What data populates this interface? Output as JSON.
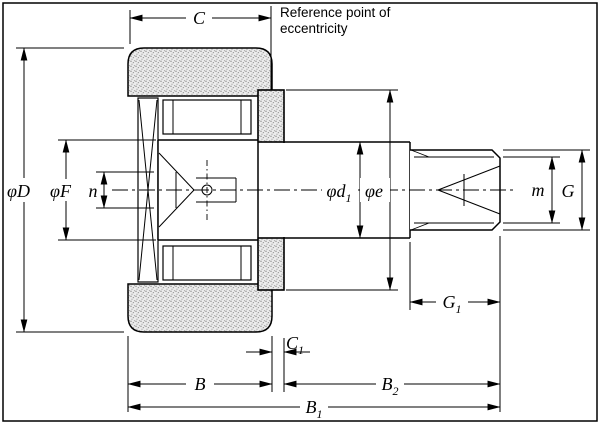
{
  "note": {
    "line1": "Reference point of",
    "line2": "eccentricity"
  },
  "labels": {
    "c": "C",
    "phi_D": "φD",
    "phi_F": "φF",
    "n": "n",
    "phi_d1_main": "φd",
    "phi_d1_sub": "1",
    "phi_e": "φe",
    "m": "m",
    "g": "G",
    "g1_main": "G",
    "g1_sub": "1",
    "c1_main": "C",
    "c1_sub": "1",
    "b": "B",
    "b2_main": "B",
    "b2_sub": "2",
    "b1_main": "B",
    "b1_sub": "1"
  },
  "colors": {
    "line": "#000000",
    "background": "#ffffff",
    "section_stipple_dot": "#8a8a8a",
    "section_stipple_bg": "#ececec"
  }
}
